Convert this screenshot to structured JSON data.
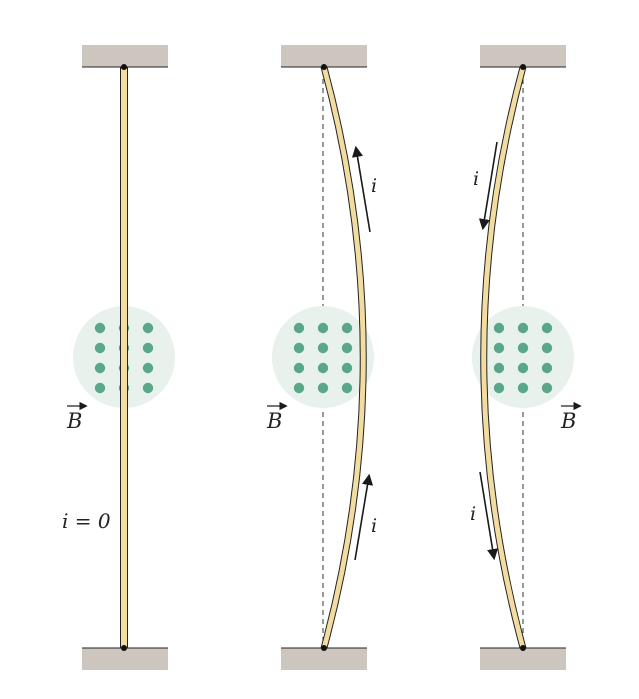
{
  "colors": {
    "support": "#cdc6bf",
    "wire_fill": "#f3dca0",
    "wire_edge": "#222222",
    "field_region": "#e8f1ec",
    "field_dot": "#5aa888",
    "arrow": "#1a1a1a",
    "guide": "#333333"
  },
  "panels": [
    {
      "id": "no-current",
      "wire_shape": "straight",
      "current_arrows": "none",
      "field_label": "B",
      "current_label": "i = 0"
    },
    {
      "id": "current-up",
      "wire_shape": "bowed-right",
      "current_arrows": "up",
      "field_label": "B",
      "current_labels": [
        "i",
        "i"
      ]
    },
    {
      "id": "current-down",
      "wire_shape": "bowed-left",
      "current_arrows": "down",
      "field_label": "B",
      "current_labels": [
        "i",
        "i"
      ]
    }
  ],
  "field_icon": "dots-out-of-page"
}
